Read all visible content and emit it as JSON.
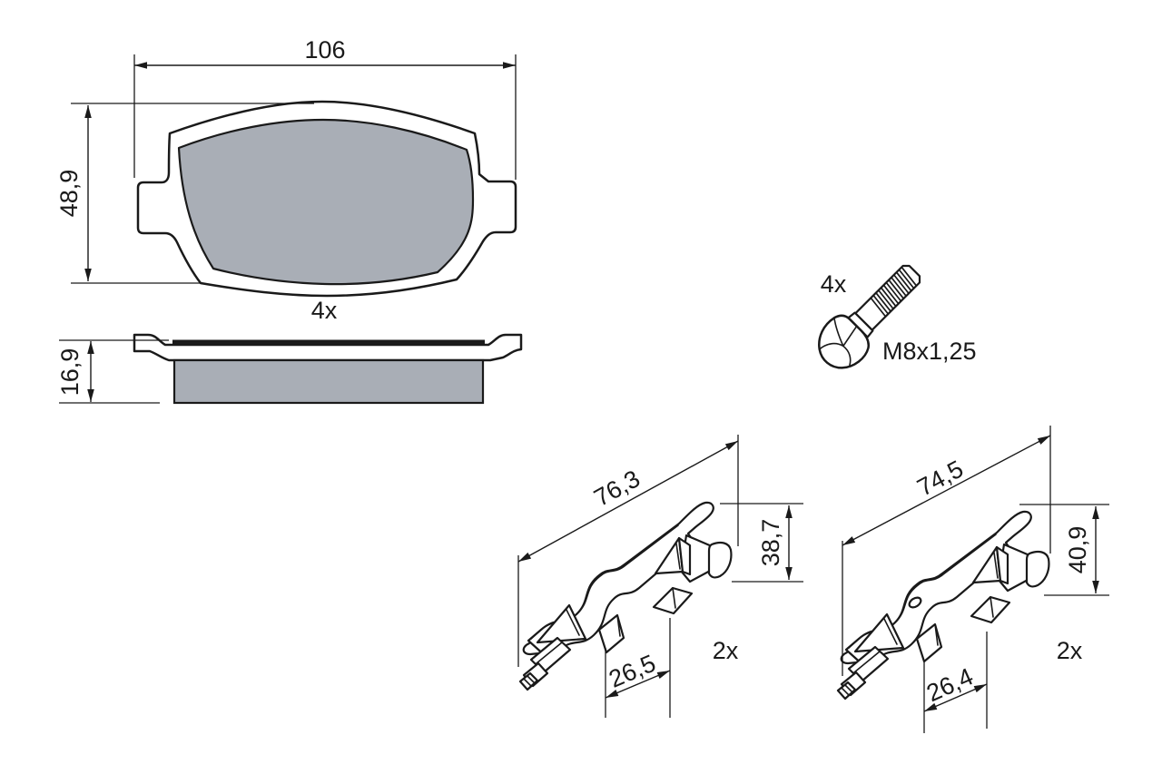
{
  "pad_front": {
    "width_mm": "106",
    "height_mm": "48,9",
    "quantity": "4x"
  },
  "pad_side": {
    "thickness_mm": "16,9"
  },
  "bolt": {
    "quantity": "4x",
    "thread_spec": "M8x1,25"
  },
  "clip_a": {
    "length_mm": "76,3",
    "height_mm": "38,7",
    "tab_spacing_mm": "26,5",
    "quantity": "2x"
  },
  "clip_b": {
    "length_mm": "74,5",
    "height_mm": "40,9",
    "tab_spacing_mm": "26,4",
    "quantity": "2x"
  },
  "colors": {
    "line": "#1a1a1a",
    "pad_material": "#a9aeb6",
    "background": "#ffffff"
  }
}
